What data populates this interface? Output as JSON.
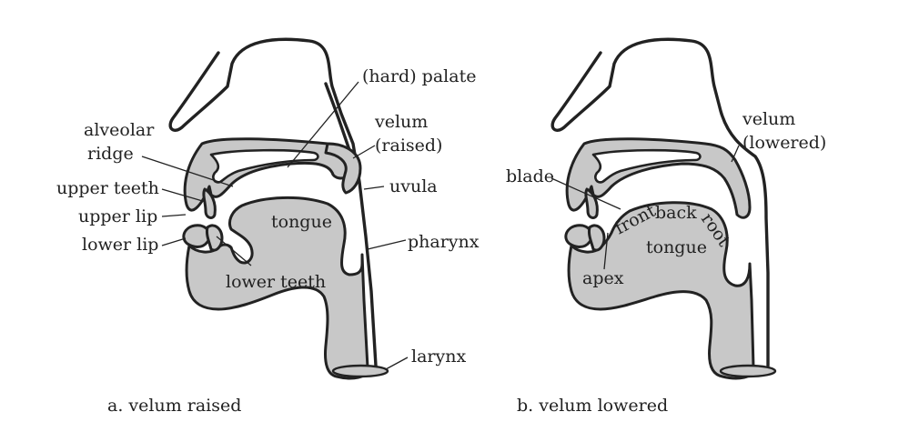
{
  "panel_a": {
    "caption": "a. velum raised",
    "labels": {
      "hard_palate": "(hard) palate",
      "velum": "velum",
      "velum_state": "(raised)",
      "alveolar": "alveolar",
      "ridge": "ridge",
      "upper_teeth": "upper teeth",
      "upper_lip": "upper lip",
      "lower_lip": "lower lip",
      "tongue": "tongue",
      "uvula": "uvula",
      "pharynx": "pharynx",
      "lower_teeth": "lower teeth",
      "larynx": "larynx"
    }
  },
  "panel_b": {
    "caption": "b. velum lowered",
    "labels": {
      "velum": "velum",
      "velum_state": "(lowered)",
      "blade": "blade",
      "front": "front",
      "back": "back",
      "root": "root",
      "tongue": "tongue",
      "apex": "apex"
    }
  },
  "colors": {
    "shading": "#c8c8c8",
    "outline": "#222222",
    "background": "#ffffff"
  }
}
